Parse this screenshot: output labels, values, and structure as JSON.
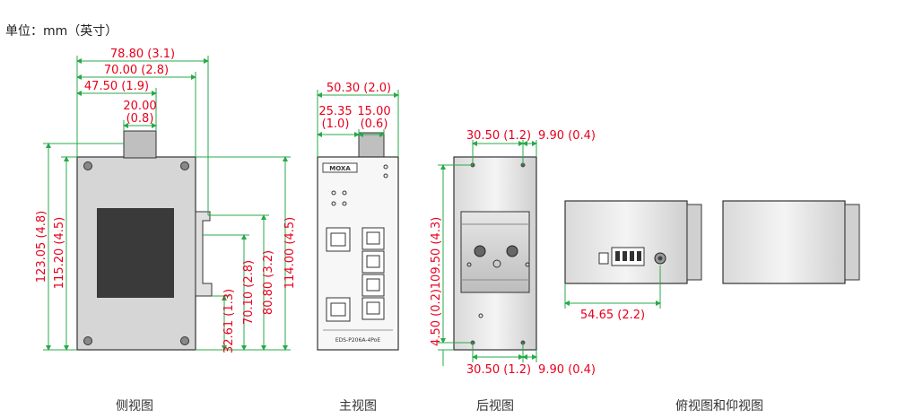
{
  "unit_label": "单位：mm（英寸）",
  "captions": {
    "side": "侧视图",
    "front": "主视图",
    "rear": "后视图",
    "top_bottom": "俯视图和仰视图"
  },
  "side_dims": {
    "w_overall": "78.80 (3.1)",
    "w_body": "70.00 (2.8)",
    "w_half": "47.50 (1.9)",
    "w_top_line1": "20.00",
    "w_top_line2": "(0.8)",
    "h_total": "123.05 (4.8)",
    "h_body": "115.20 (4.5)",
    "h_right": "114.00 (4.5)",
    "h_rail_top": "80.80 (3.2)",
    "h_rail": "70.10 (2.8)",
    "h_rail_low": "32.61 (1.3)"
  },
  "front_dims": {
    "w_overall": "50.30 (2.0)",
    "w_left_line1": "25.35",
    "w_left_line2": "(1.0)",
    "w_right_line1": "15.00",
    "w_right_line2": "(0.6)",
    "brand": "MOXA",
    "model": "EDS-P206A-4PoE"
  },
  "rear_dims": {
    "top_hole": "30.50 (1.2)",
    "top_edge": "9.90 (0.4)",
    "height": "109.50 (4.3)",
    "bottom_offset": "4.50 (0.2)",
    "bottom_hole": "30.50 (1.2)",
    "bottom_edge": "9.90 (0.4)"
  },
  "top_dims": {
    "width": "54.65 (2.2)"
  },
  "colors": {
    "dimension_text": "#e8001c",
    "dimension_line": "#2aa84a",
    "outline": "#333333",
    "window": "#3a3a3a"
  }
}
